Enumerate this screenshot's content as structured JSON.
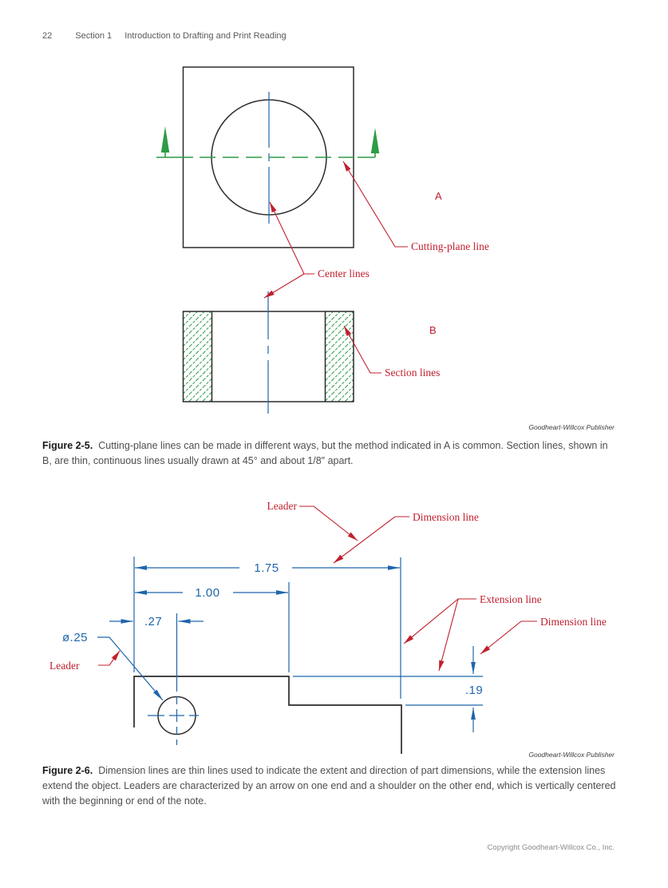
{
  "header": {
    "page_number": "22",
    "section_label": "Section 1",
    "section_title": "Introduction to Drafting and Print Reading"
  },
  "figure5": {
    "credit": "Goodheart-Willcox Publisher",
    "label": "Figure 2-5.",
    "caption": "Cutting-plane lines can be made in different ways, but the method indicated in A is common. Section lines, shown in B, are thin, continuous lines usually drawn at 45° and about 1/8″ apart.",
    "view_a_label": "A",
    "view_b_label": "B",
    "callout_cutting_plane": "Cutting-plane line",
    "callout_center_lines": "Center lines",
    "callout_section_lines": "Section lines"
  },
  "figure6": {
    "credit": "Goodheart-Willcox Publisher",
    "label": "Figure 2-6.",
    "caption": "Dimension lines are thin lines used to indicate the extent and direction of part dimensions, while the extension lines extend the object. Leaders are characterized by an arrow on one end and a shoulder on the other end, which is vertically centered with the beginning or end of the note.",
    "callout_leader_top": "Leader",
    "callout_leader_bottom": "Leader",
    "callout_dimension_line_top": "Dimension line",
    "callout_dimension_line_right": "Dimension line",
    "callout_extension_line": "Extension line",
    "dim_overall": "1.75",
    "dim_step": "1.00",
    "dim_hole_offset": ".27",
    "dim_hole_diameter": "ø.25",
    "dim_step_height": ".19"
  },
  "footer": {
    "copyright": "Copyright Goodheart-Willcox Co., Inc."
  },
  "colors": {
    "callout_red": "#c0202e",
    "dimension_blue": "#1f66ac",
    "cutting_plane_green": "#2e9c46",
    "object_line_black": "#2b2b2b",
    "caption_gray": "#4d4e50",
    "copyright_gray": "#8a8c8e"
  }
}
